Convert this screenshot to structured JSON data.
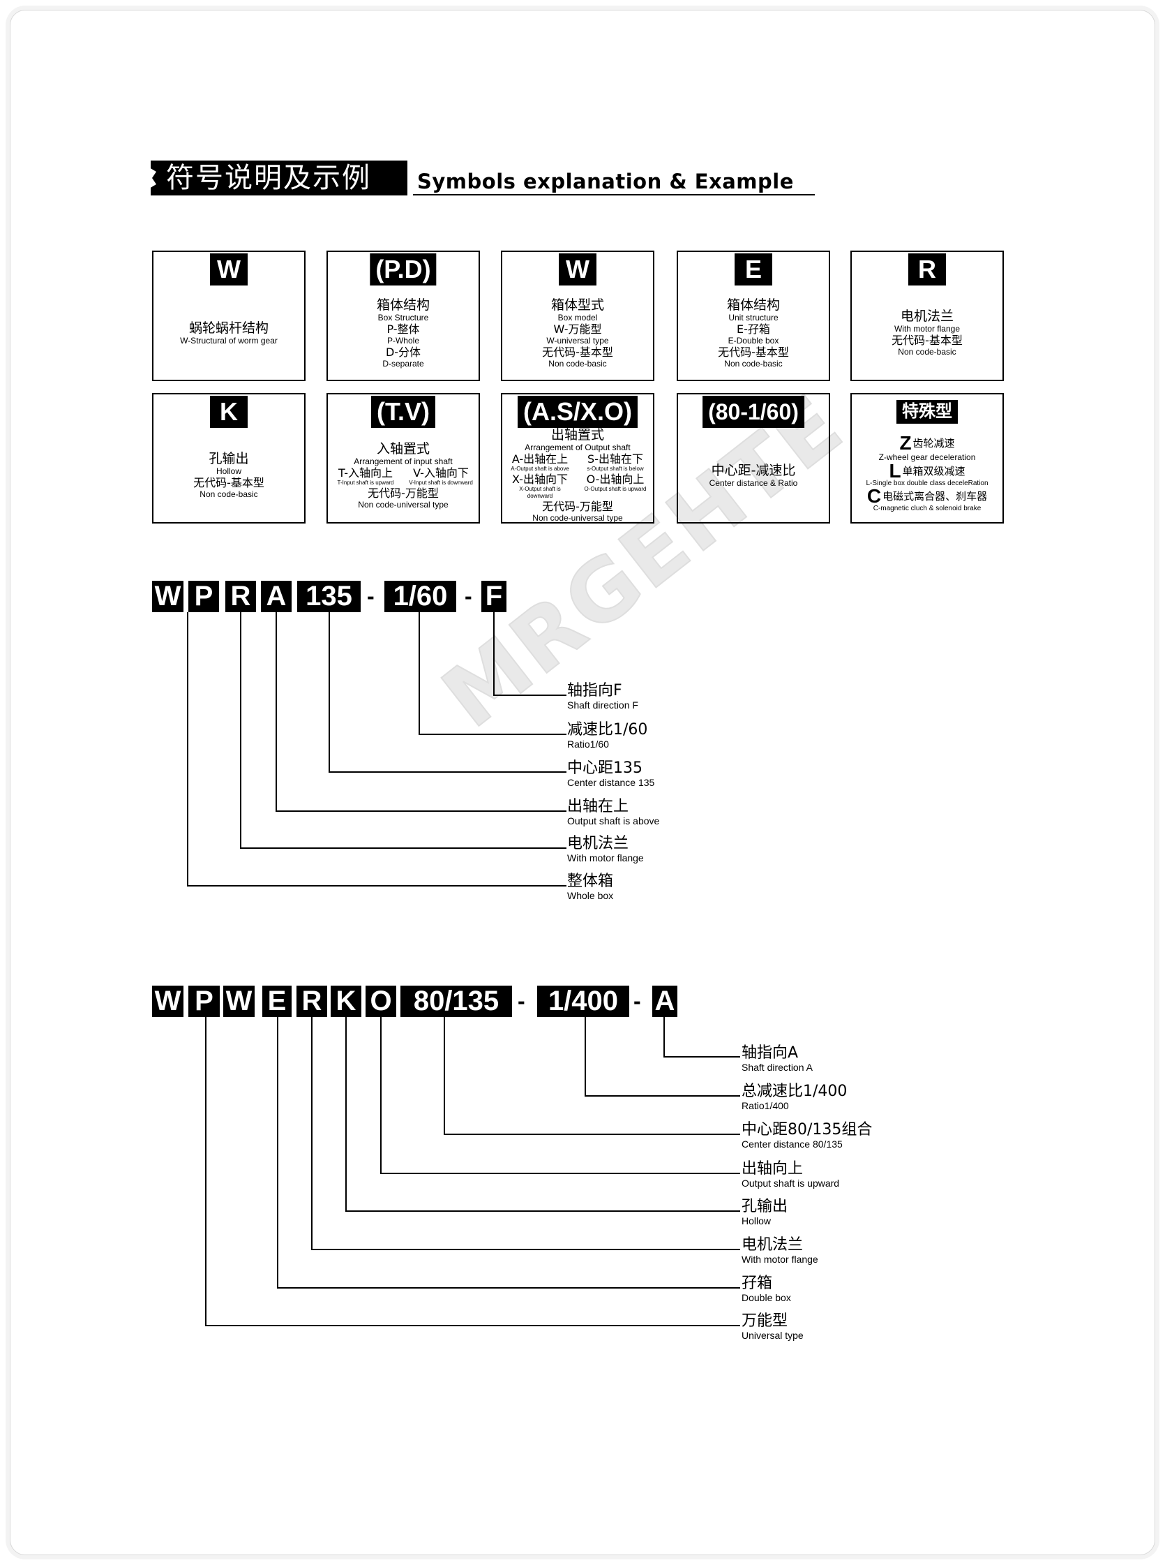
{
  "header": {
    "title_zh": "符号说明及示例",
    "title_en": "Symbols explanation & Example"
  },
  "watermark": "MRGEHTE",
  "boxes": [
    {
      "code": "W",
      "zh": "蜗轮蜗杆结构",
      "en": "W-Structural of worm gear"
    },
    {
      "code": "(P.D)",
      "zh": "箱体结构",
      "en": "Box Structure",
      "p_zh": "P-整体",
      "p_en": "P-Whole",
      "d_zh": "D-分体",
      "d_en": "D-separate"
    },
    {
      "code": "W",
      "zh": "箱体型式",
      "en": "Box model",
      "w_zh": "W-万能型",
      "w_en": "W-universal type",
      "n_zh": "无代码-基本型",
      "n_en": "Non code-basic"
    },
    {
      "code": "E",
      "zh": "箱体结构",
      "en": "Unit structure",
      "e_zh": "E-孖箱",
      "e_en": "E-Double box",
      "n_zh": "无代码-基本型",
      "n_en": "Non code-basic"
    },
    {
      "code": "R",
      "zh": "电机法兰",
      "en": "With motor flange",
      "n_zh": "无代码-基本型",
      "n_en": "Non code-basic"
    },
    {
      "code": "K",
      "zh": "孔输出",
      "en": "Hollow",
      "n_zh": "无代码-基本型",
      "n_en": "Non code-basic"
    },
    {
      "code": "(T.V)",
      "zh": "入轴置式",
      "en": "Arrangement of input shaft",
      "t_zh": "T-入轴向上",
      "v_zh": "V-入轴向下",
      "t_en": "T-Input shaft is upward",
      "v_en": "V-Input shaft is downward",
      "n_zh": "无代码-万能型",
      "n_en": "Non code-universal type"
    },
    {
      "code": "(A.S/X.O)",
      "zh": "出轴置式",
      "en": "Arrangement of Output shaft",
      "a_zh": "A-出轴在上",
      "s_zh": "S-出轴在下",
      "a_en": "A-Output shaft is above",
      "s_en": "s-Output shaft is below",
      "x_zh": "X-出轴向下",
      "o_zh": "O-出轴向上",
      "x_en": "X-Output shaft is downward",
      "o_en": "O-Output shaft is upward",
      "n_zh": "无代码-万能型",
      "n_en": "Non code-universal type"
    },
    {
      "code": "(80-1/60)",
      "zh": "中心距-减速比",
      "en": "Center distance & Ratio"
    },
    {
      "code": "特殊型",
      "z_letter": "Z",
      "z_zh": "齿轮减速",
      "z_en": "Z-wheel gear deceleration",
      "l_letter": "L",
      "l_zh": "单箱双级减速",
      "l_en": "L-Single box double class deceleRation",
      "c_letter": "C",
      "c_zh": "电磁式离合器、刹车器",
      "c_en": "C-magnetic cluch & solenoid brake"
    }
  ],
  "example1": {
    "tiles": [
      "W",
      "P",
      "R",
      "A",
      "135",
      "1/60",
      "F"
    ],
    "dash": "-",
    "labels": [
      {
        "zh": "轴指向F",
        "en": "Shaft direction F"
      },
      {
        "zh": "减速比1/60",
        "en": "Ratio1/60"
      },
      {
        "zh": "中心距135",
        "en": "Center distance 135"
      },
      {
        "zh": "出轴在上",
        "en": "Output shaft is above"
      },
      {
        "zh": "电机法兰",
        "en": "With motor flange"
      },
      {
        "zh": "整体箱",
        "en": "Whole box"
      }
    ]
  },
  "example2": {
    "tiles": [
      "W",
      "P",
      "W",
      "E",
      "R",
      "K",
      "O",
      "80/135",
      "1/400",
      "A"
    ],
    "dash": "-",
    "labels": [
      {
        "zh": "轴指向A",
        "en": "Shaft direction A"
      },
      {
        "zh": "总减速比1/400",
        "en": "Ratio1/400"
      },
      {
        "zh": "中心距80/135组合",
        "en": "Center distance 80/135"
      },
      {
        "zh": "出轴向上",
        "en": "Output shaft is upward"
      },
      {
        "zh": "孔输出",
        "en": "Hollow"
      },
      {
        "zh": "电机法兰",
        "en": "With motor flange"
      },
      {
        "zh": "孖箱",
        "en": "Double box"
      },
      {
        "zh": "万能型",
        "en": "Universal type"
      }
    ]
  }
}
